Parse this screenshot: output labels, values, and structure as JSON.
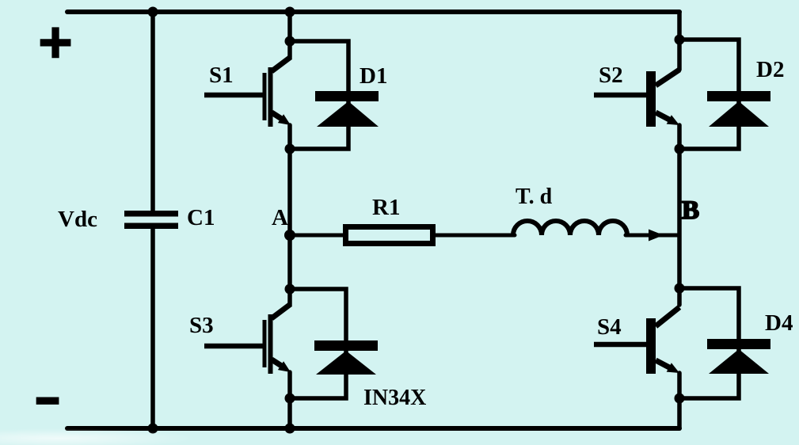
{
  "diagram": {
    "kind": "single-phase full-bridge (H-bridge) inverter schematic",
    "background_color": "#d3f3f1",
    "line_color": "#000000",
    "load_path": "node A through R1 and T. d inductor to node B"
  },
  "labels": {
    "plus": "+",
    "minus": "−",
    "vdc": "Vdc",
    "c1": "C1",
    "s1": "S1",
    "d1": "D1",
    "s2": "S2",
    "d2": "D2",
    "s3": "S3",
    "in34x": "IN34X",
    "s4": "S4",
    "d4": "D4",
    "node_a": "A",
    "node_b": "B",
    "r1": "R1",
    "inductor": "T. d"
  }
}
